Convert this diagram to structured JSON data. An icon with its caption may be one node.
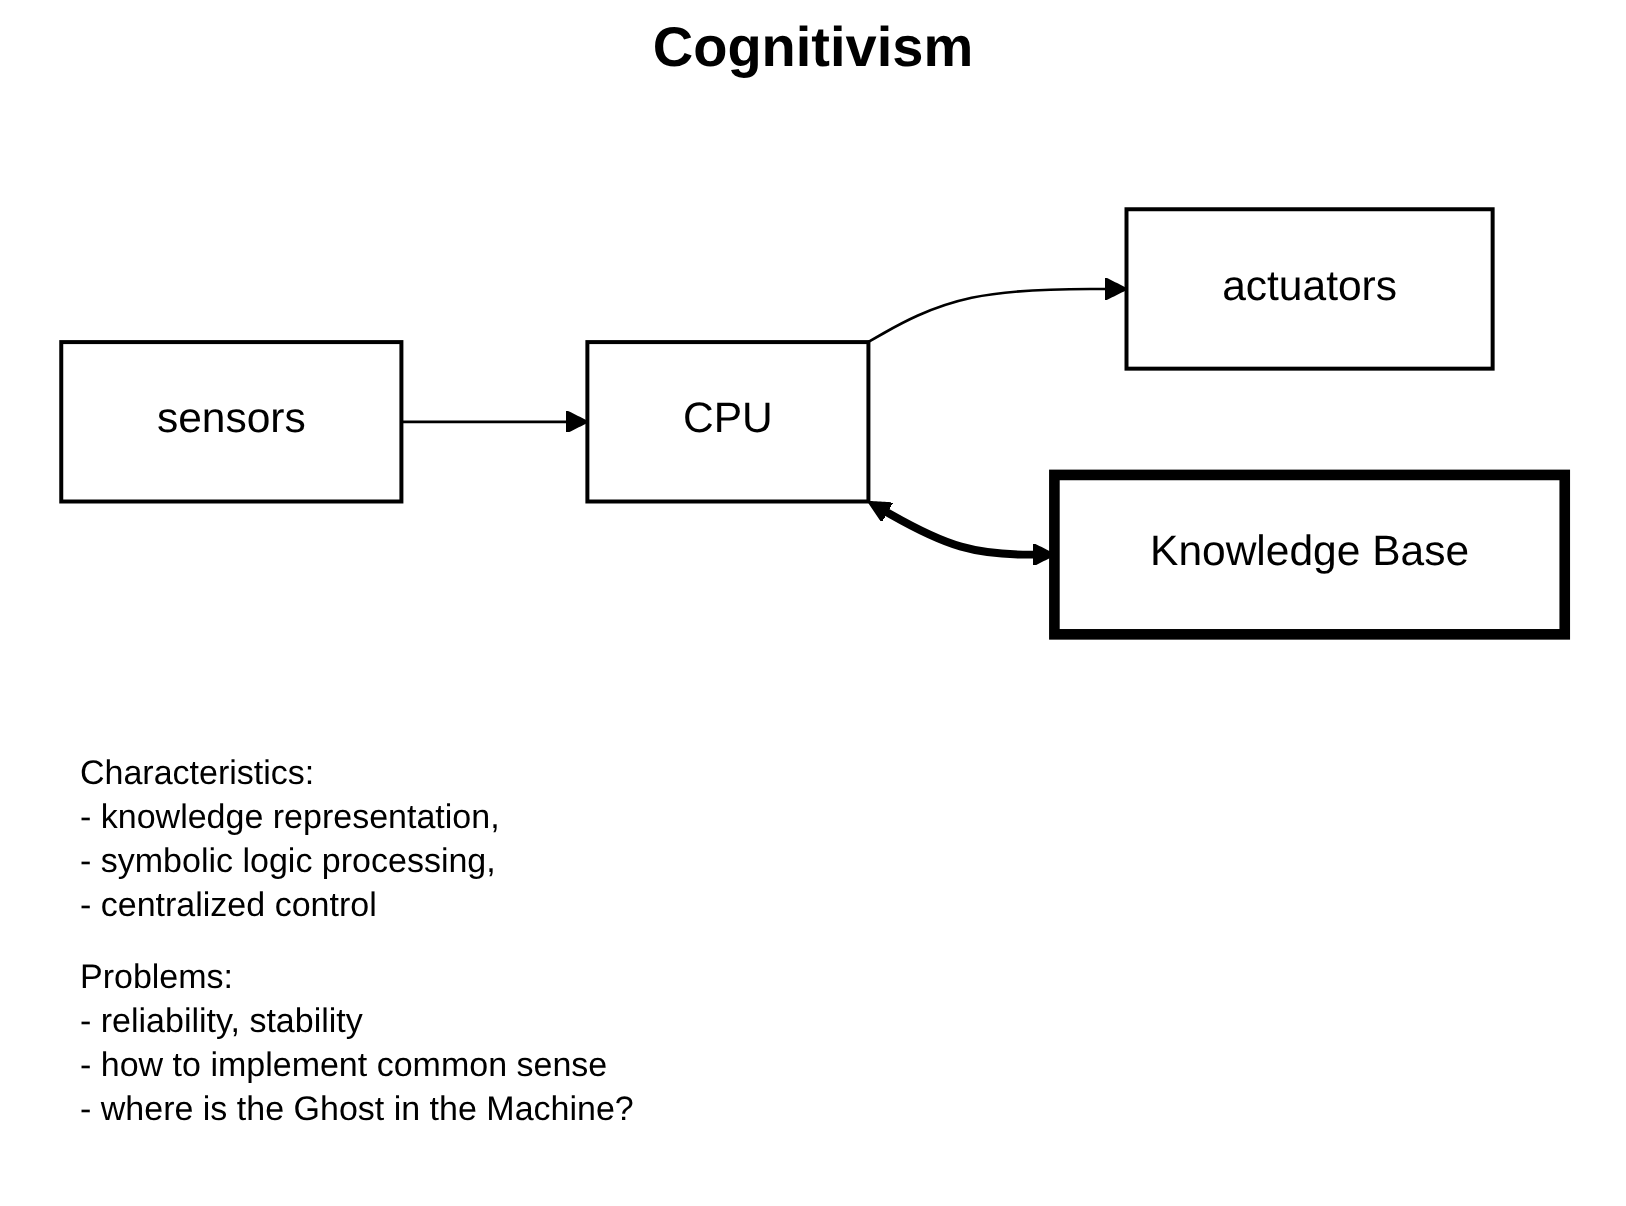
{
  "diagram": {
    "title": "Cognitivism",
    "nodes": [
      {
        "text": [
          "sensors"
        ]
      },
      {
        "text": [
          "CPU"
        ]
      },
      {
        "text": [
          "actuators"
        ]
      },
      {
        "text": [
          "Knowledge Base"
        ]
      }
    ],
    "edges": [
      {
        "from": 0,
        "to": 1,
        "arrow": "to"
      },
      {
        "from": 1,
        "to": 2,
        "arrow": "to"
      },
      {
        "from": 1,
        "to": 3,
        "arrow": "both",
        "style": "thick"
      }
    ],
    "labels": [
      "Characteristics:",
      "- knowledge representation,",
      "- symbolic logic processing,",
      "- centralized control",
      "Problems:",
      "- reliability, stability",
      "- how to implement common sense",
      "- where is the Ghost in the Machine?"
    ]
  }
}
